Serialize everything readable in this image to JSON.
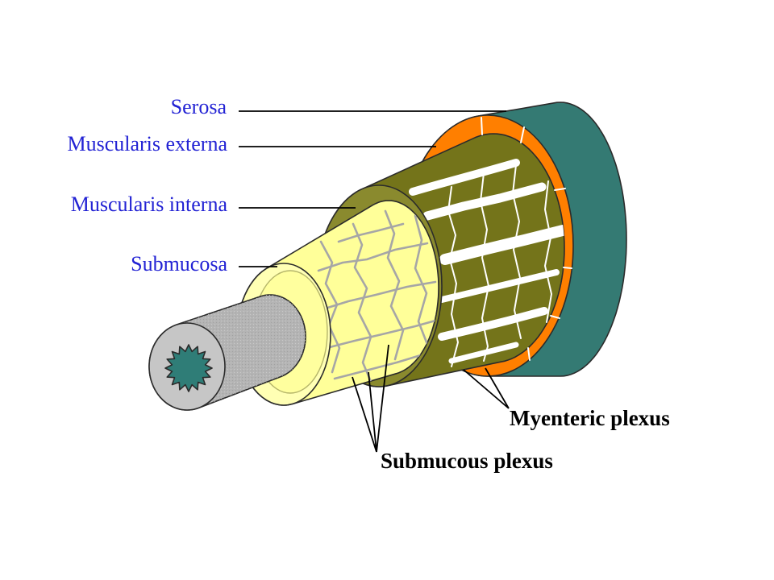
{
  "labels": {
    "serosa": "Serosa",
    "muscularis_externa": "Muscularis externa",
    "muscularis_interna": "Muscularis interna",
    "submucosa": "Submucosa",
    "myenteric_plexus": "Myenteric plexus",
    "submucous_plexus": "Submucous plexus"
  },
  "colors": {
    "layer_label_text": "#2222d4",
    "plexus_label_text": "#000000",
    "leader_lines": "#000000",
    "serosa": "#347a73",
    "muscularis_externa": "#ff7f00",
    "muscularis_interna": "#74741a",
    "submucosa": "#ffff99",
    "mucosa": "#b4b4b4",
    "lumen": "#2f7d77",
    "myenteric_fibers": "#ffffff",
    "submucous_vessels": "#a6a6a6"
  }
}
